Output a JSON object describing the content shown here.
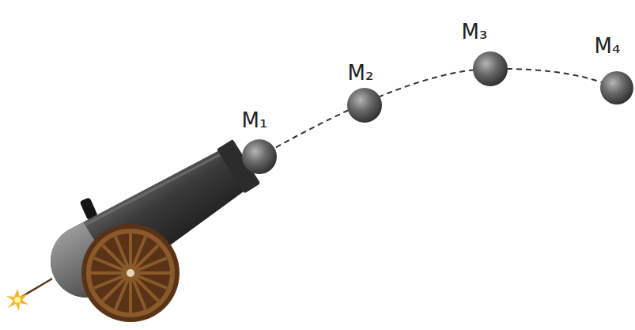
{
  "diagram": {
    "labels": [
      "M₁",
      "M₂",
      "M₃",
      "M₄"
    ]
  }
}
